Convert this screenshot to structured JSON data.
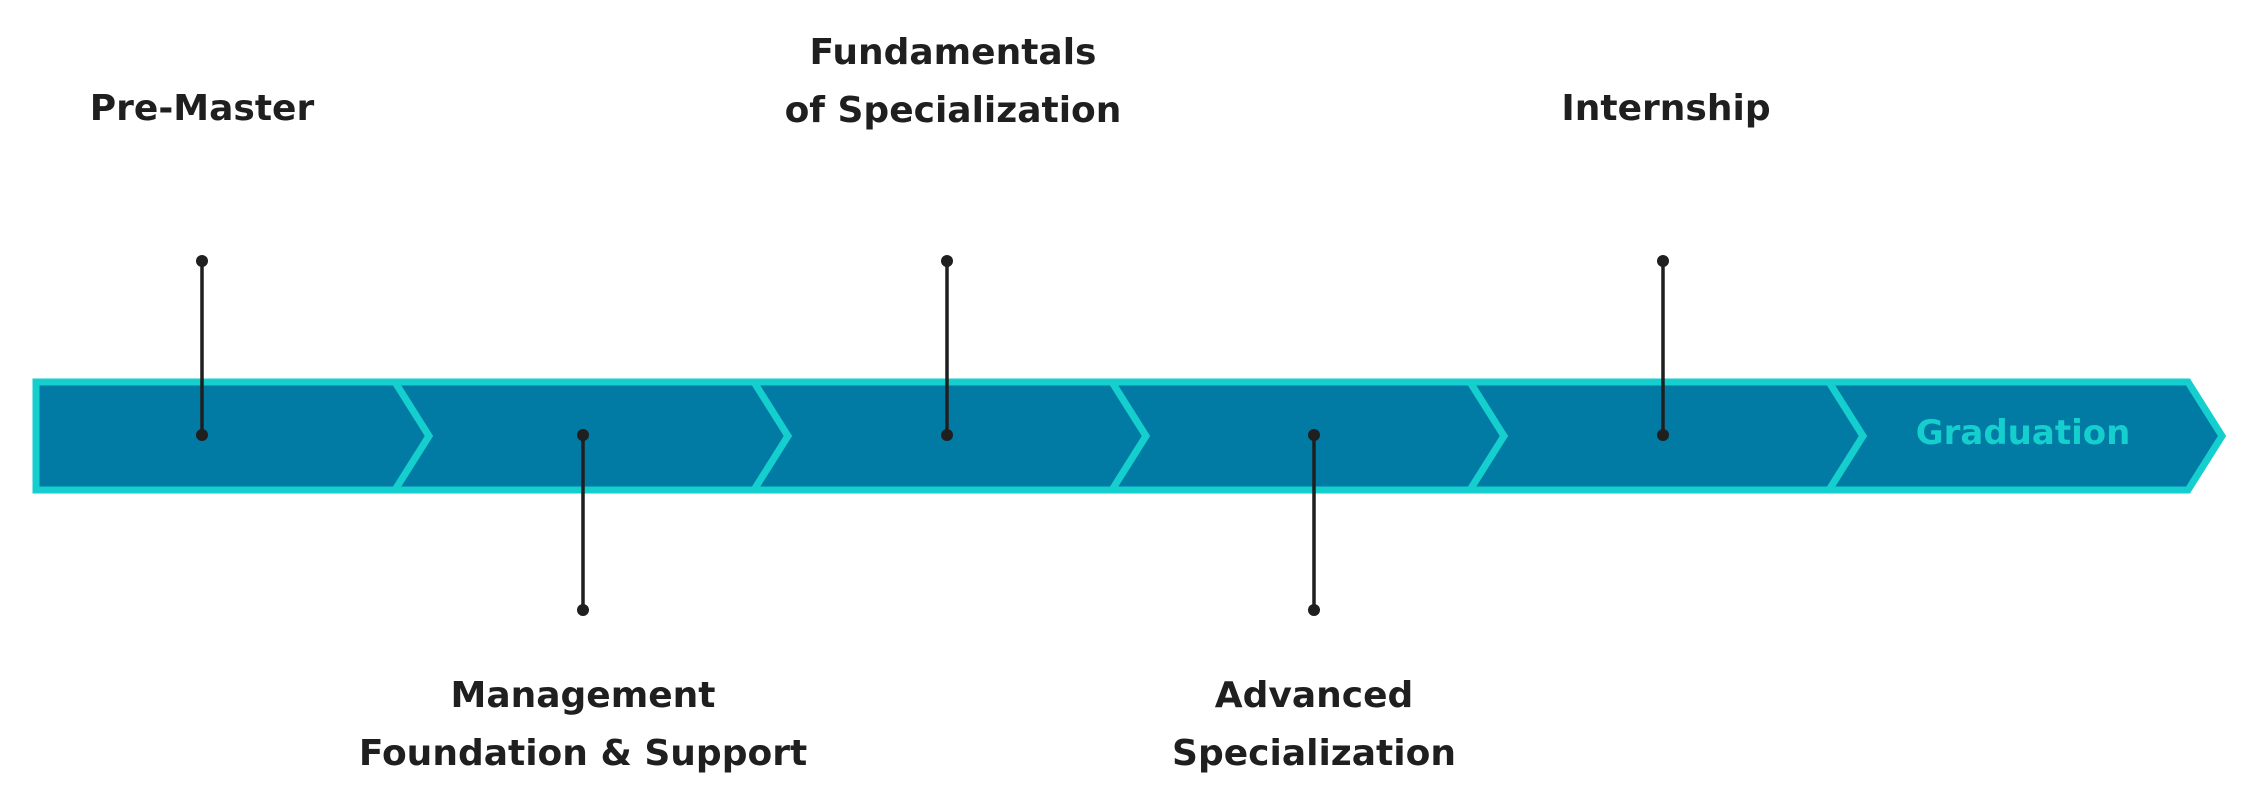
{
  "colors": {
    "band_fill": "#017ba3",
    "band_stroke": "#15cfcf",
    "connector": "#1f1f1f",
    "label_text": "#1f1f1f",
    "graduation_text": "#15cfcf"
  },
  "stages": [
    {
      "id": "pre-master",
      "lines": [
        "Pre-Master"
      ],
      "position": "above"
    },
    {
      "id": "management",
      "lines": [
        "Management",
        "Foundation & Support"
      ],
      "position": "below"
    },
    {
      "id": "fundamentals",
      "lines": [
        "Fundamentals",
        "of Specialization"
      ],
      "position": "above"
    },
    {
      "id": "advanced",
      "lines": [
        "Advanced",
        "Specialization"
      ],
      "position": "below"
    },
    {
      "id": "internship",
      "lines": [
        "Internship"
      ],
      "position": "above"
    }
  ],
  "final_stage": {
    "label": "Graduation"
  }
}
